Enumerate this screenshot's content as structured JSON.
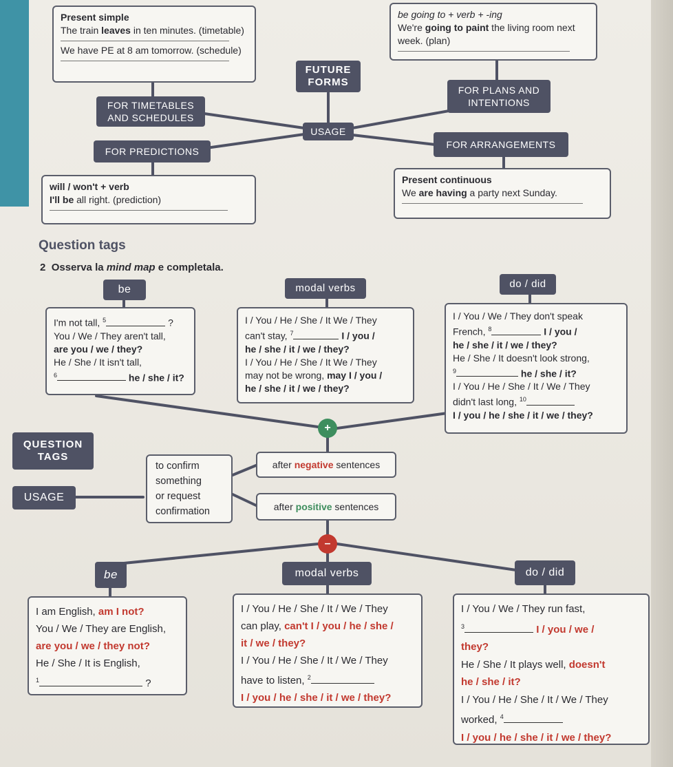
{
  "future": {
    "title_line1": "FUTURE",
    "title_line2": "FORMS",
    "usage": "USAGE",
    "timetables_line1": "FOR TIMETABLES",
    "timetables_line2": "AND SCHEDULES",
    "predictions": "FOR PREDICTIONS",
    "plans_line1": "FOR PLANS AND",
    "plans_line2": "INTENTIONS",
    "arrangements": "FOR ARRANGEMENTS",
    "present_simple": {
      "title": "Present simple",
      "ex1_pre": "The train ",
      "ex1_bold": "leaves",
      "ex1_post": " in ten minutes. (timetable)",
      "ex2": "We have PE at 8 am tomorrow. (schedule)"
    },
    "going_to": {
      "title": "be going to + verb + -ing",
      "ex_pre": "We're ",
      "ex_bold": "going to paint",
      "ex_post": " the living room next",
      "ex_line2": "week. (plan)"
    },
    "will": {
      "title": "will / won't + verb",
      "ex_bold": "I'll be",
      "ex_post": " all right. (prediction)"
    },
    "present_continuous": {
      "title": "Present continuous",
      "ex_pre": "We ",
      "ex_bold": "are having",
      "ex_post": " a party next Sunday."
    }
  },
  "section": {
    "title": "Question tags",
    "instruction_num": "2",
    "instruction_pre": "Osserva la ",
    "instruction_italic": "mind map",
    "instruction_post": " e completala."
  },
  "tags": {
    "title_line1": "QUESTION",
    "title_line2": "TAGS",
    "usage": "USAGE",
    "confirm_line1": "to confirm",
    "confirm_line2": "something",
    "confirm_line3": "or request",
    "confirm_line4": "confirmation",
    "after_negative_pre": "after ",
    "after_negative_bold": "negative",
    "after_negative_post": " sentences",
    "after_positive_pre": "after ",
    "after_positive_bold": "positive",
    "after_positive_post": " sentences",
    "plus": "+",
    "minus": "–"
  },
  "positive_tags": {
    "be_label": "be",
    "modal_label": "modal verbs",
    "do_label": "do / did",
    "be_box": {
      "l1_pre": "I'm not tall, ",
      "l1_num": "5",
      "l1_end": "?",
      "l2": "You / We / They aren't tall,",
      "l3": "are you / we / they?",
      "l4": "He / She / It isn't tall,",
      "l5_num": "6",
      "l5_post": "he / she / it?"
    },
    "modal_box": {
      "l1": "I / You / He / She / It We / They",
      "l2_pre": "can't stay, ",
      "l2_num": "7",
      "l2_post": "I / you /",
      "l3": "he / she / it / we / they?",
      "l4": "I / You / He / She / It We / They",
      "l5_pre": "may not be wrong, ",
      "l5_bold": "may I / you /",
      "l6": "he / she / it / we / they?"
    },
    "do_box": {
      "l1": "I / You / We / They don't speak",
      "l2_pre": "French, ",
      "l2_num": "8",
      "l2_post": "I / you /",
      "l3": "he / she / it / we / they?",
      "l4": "He / She / It doesn't look strong,",
      "l5_num": "9",
      "l5_post": "he / she / it?",
      "l6": "I / You / He / She / It / We / They",
      "l7_pre": "didn't last long, ",
      "l7_num": "10",
      "l8": "I / you / he / she / it / we / they?"
    }
  },
  "negative_tags": {
    "be_label": "be",
    "modal_label": "modal verbs",
    "do_label": "do / did",
    "be_box": {
      "l1_pre": "I am English, ",
      "l1_red": "am I not?",
      "l2": "You / We / They are English,",
      "l3": "are you / we / they not?",
      "l4": "He / She / It is English,",
      "l5_num": "1",
      "l5_end": "?"
    },
    "modal_box": {
      "l1": "I / You / He / She / It / We / They",
      "l2_pre": "can play, ",
      "l2_red": "can't I / you / he / she /",
      "l3": "it / we / they?",
      "l4": "I / You / He / She / It / We / They",
      "l5_pre": "have to listen, ",
      "l5_num": "2",
      "l6": "I / you / he / she / it / we / they?"
    },
    "do_box": {
      "l1": "I / You / We / They run fast,",
      "l2_num": "3",
      "l2_post": "I / you / we /",
      "l3": "they?",
      "l4_pre": "He / She / It plays well, ",
      "l4_red": "doesn't",
      "l5": "he / she / it?",
      "l6": "I / You / He / She / It / We / They",
      "l7_pre": "worked, ",
      "l7_num": "4",
      "l8": "I / you / he / she / it / we / they?"
    }
  }
}
